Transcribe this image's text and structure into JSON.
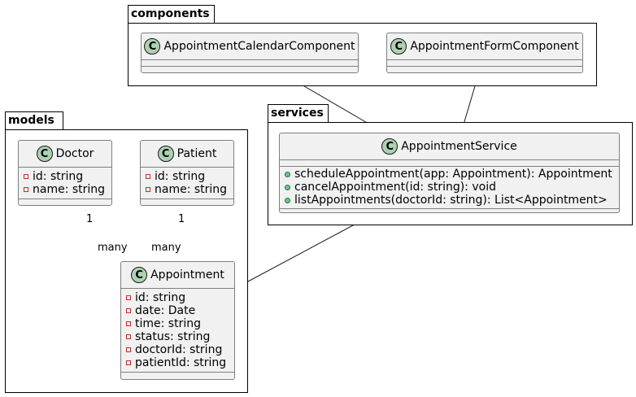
{
  "packages": {
    "components": "components",
    "models": "models",
    "services": "services"
  },
  "classes": {
    "calendar": {
      "name": "AppointmentCalendarComponent",
      "icon": "C"
    },
    "form": {
      "name": "AppointmentFormComponent",
      "icon": "C"
    },
    "service": {
      "name": "AppointmentService",
      "icon": "C",
      "operations": [
        "scheduleAppointment(app: Appointment): Appointment",
        "cancelAppointment(id: string): void",
        "listAppointments(doctorId: string): List<Appointment>"
      ]
    },
    "doctor": {
      "name": "Doctor",
      "icon": "C",
      "attributes": [
        "id: string",
        "name: string"
      ]
    },
    "patient": {
      "name": "Patient",
      "icon": "C",
      "attributes": [
        "id: string",
        "name: string"
      ]
    },
    "appointment": {
      "name": "Appointment",
      "icon": "C",
      "attributes": [
        "id: string",
        "date: Date",
        "time: string",
        "status: string",
        "doctorId: string",
        "patientId: string"
      ]
    }
  },
  "multiplicities": {
    "doctor_end": "1",
    "doctor_appt_end": "many",
    "patient_end": "1",
    "patient_appt_end": "many"
  },
  "colors": {
    "class_fill": "#f1f1f1",
    "class_border": "#7f7f7f",
    "class_icon": "#add1b2",
    "private_marker": "#c82930",
    "public_marker": "#84be84"
  }
}
